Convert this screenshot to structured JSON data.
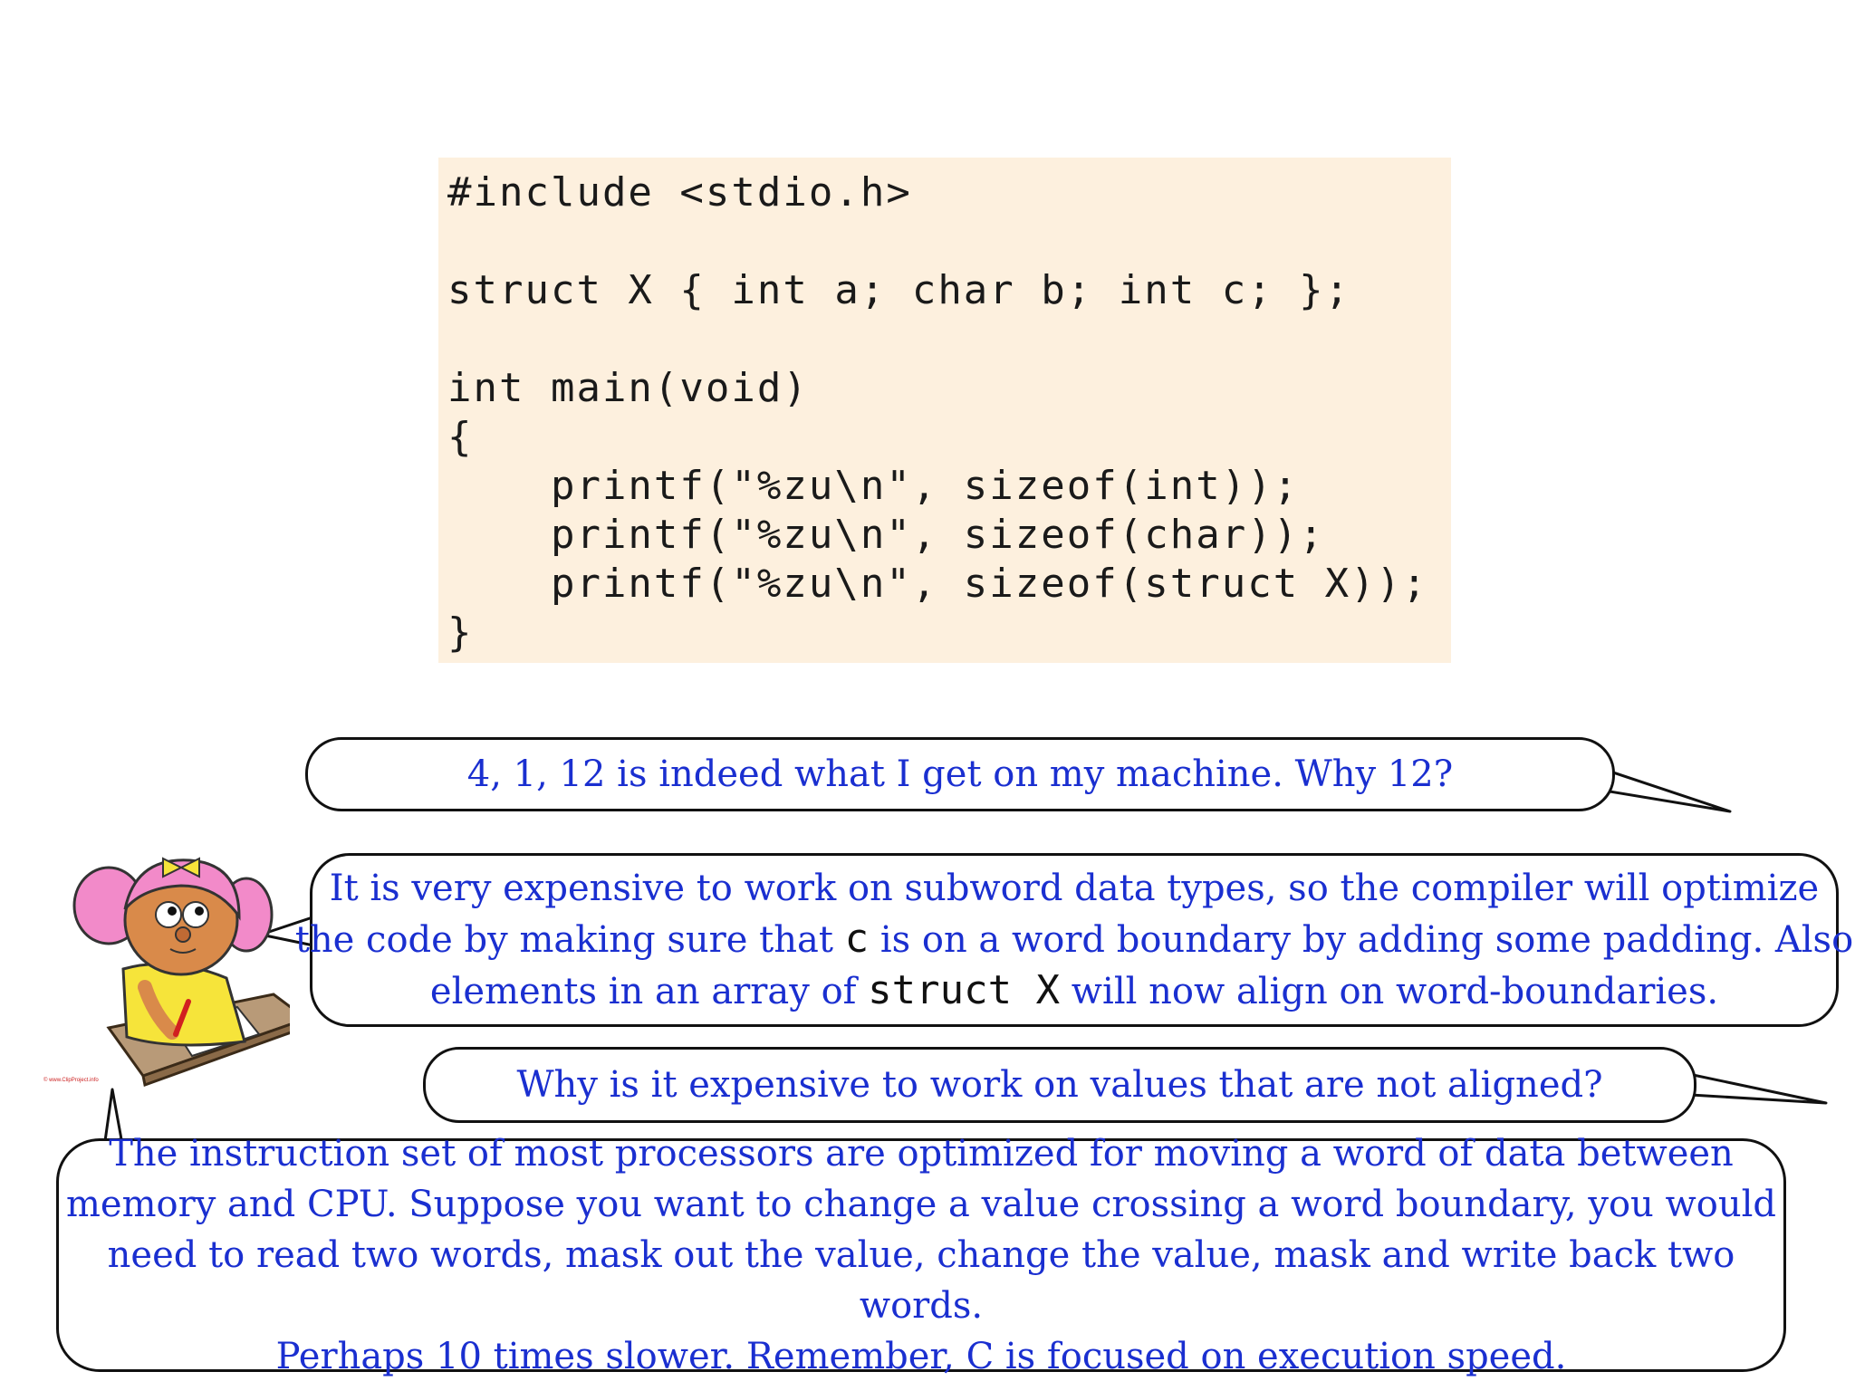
{
  "code": {
    "lines": [
      "#include <stdio.h>",
      "",
      "struct X { int a; char b; int c; };",
      "",
      "int main(void)",
      "{",
      "    printf(\"%zu\\n\", sizeof(int));",
      "    printf(\"%zu\\n\", sizeof(char));",
      "    printf(\"%zu\\n\", sizeof(struct X));",
      "}"
    ]
  },
  "bubbles": {
    "q1": "4, 1, 12 is indeed what I get on my machine. Why 12?",
    "a1": {
      "l1": "It is very expensive to work on subword data types, so the compiler will optimize",
      "l2a": "the code by making sure that ",
      "l2code": "c",
      "l2b": " is on a word boundary by adding some padding. Also",
      "l3a": "elements in an array of ",
      "l3code": "struct X",
      "l3b": " will now align on word-boundaries."
    },
    "q2": "Why is it expensive to work on values that are not aligned?",
    "a2": {
      "l1": "The instruction set of most processors are optimized for moving a word of data between",
      "l2": "memory and CPU. Suppose you want to change a value crossing a word boundary, you would",
      "l3": "need to read two words, mask out the value, change the value, mask and write back two words.",
      "l4": "Perhaps 10 times slower. Remember, C is focused on execution speed."
    }
  },
  "figure": {
    "icon": "girl-writing-icon",
    "credit": "© www.ClipProject.info"
  },
  "colors": {
    "code_bg": "#fdf0de",
    "bubble_text": "#1a2fd0"
  }
}
